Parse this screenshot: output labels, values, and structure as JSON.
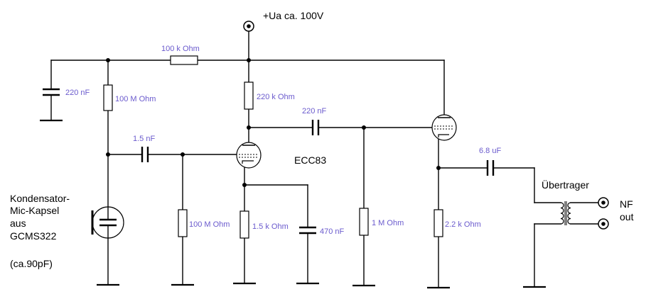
{
  "supply": {
    "label": "+Ua ca. 100V"
  },
  "labels": {
    "r_100k": "100 k Ohm",
    "c_220n_left": "220 nF",
    "r_100M_top": "100 M Ohm",
    "c_1n5": "1.5 nF",
    "r_220k": "220 k Ohm",
    "c_220n_mid": "220 nF",
    "tube": "ECC83",
    "r_100M_bottom": "100 M Ohm",
    "r_1k5": "1.5 k Ohm",
    "c_470n": "470 nF",
    "r_1M": "1 M Ohm",
    "c_6u8": "6.8 uF",
    "r_2k2": "2.2 k Ohm",
    "transformer": "Übertrager",
    "out_1": "NF",
    "out_2": "out"
  },
  "mic": {
    "lines": [
      "Kondensator-",
      "Mic-Kapsel",
      "aus",
      "GCMS322"
    ],
    "capacitance": "(ca.90pF)"
  }
}
